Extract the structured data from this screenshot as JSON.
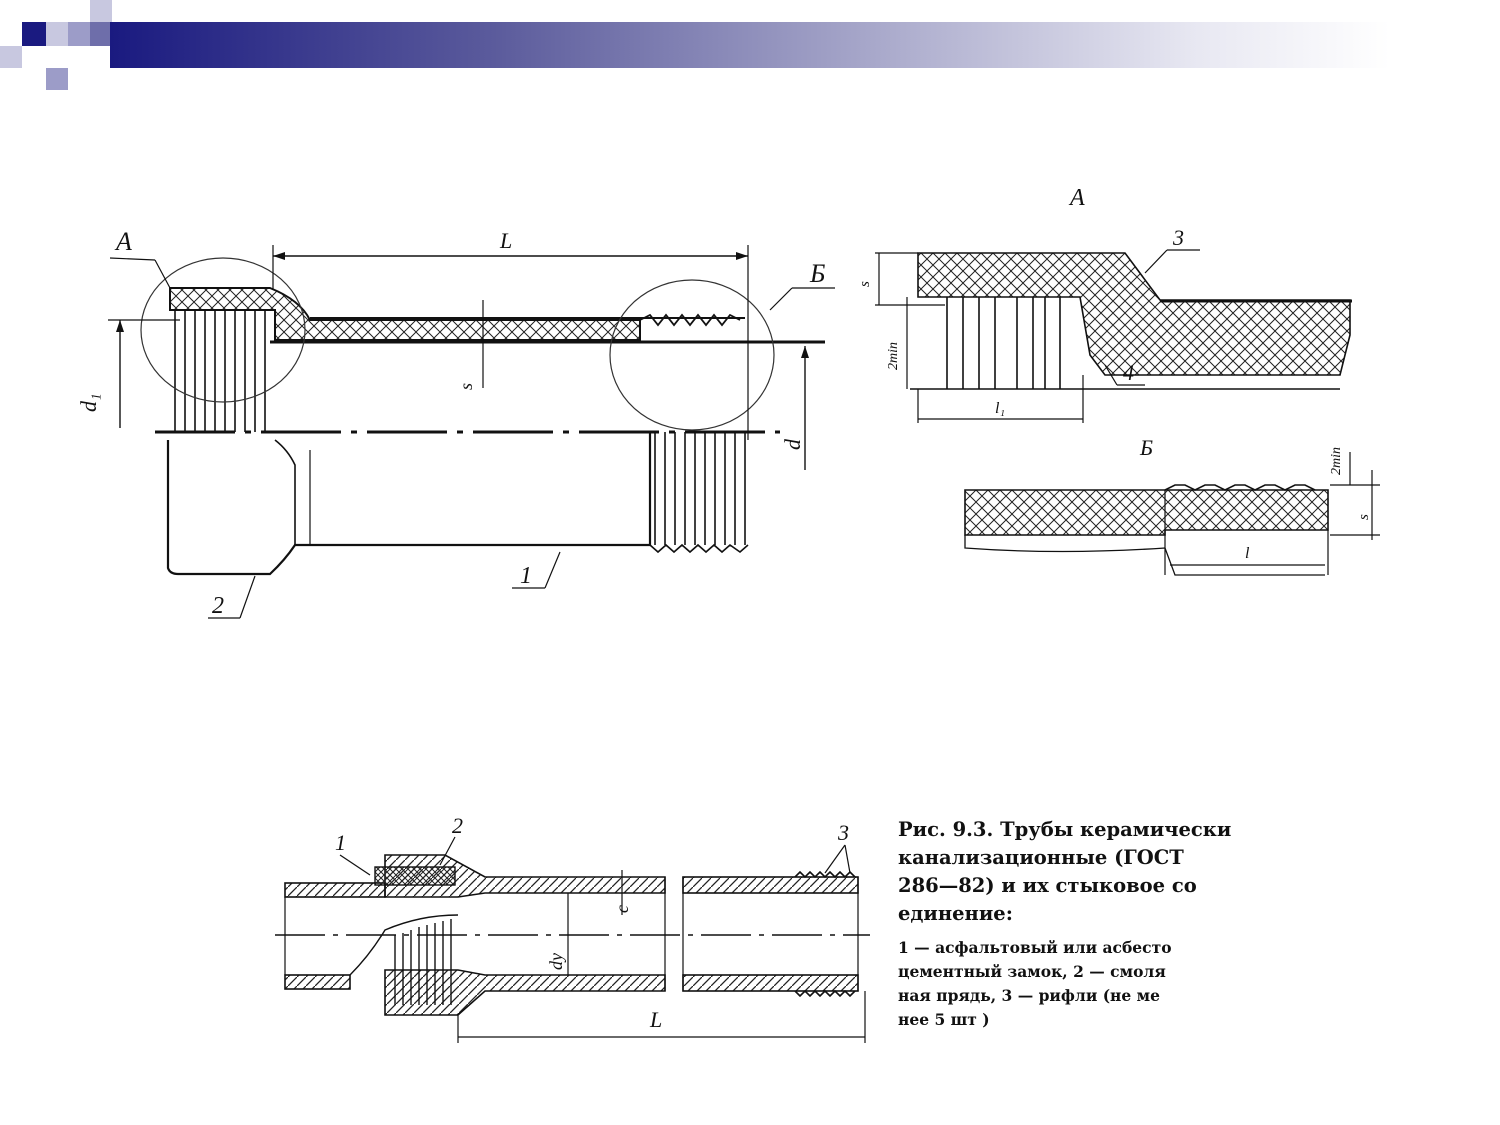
{
  "figure_a": {
    "labels": {
      "detail_a": "A",
      "detail_b": "Б",
      "length": "L",
      "wall": "s",
      "socket_diameter": "d₁",
      "diameter": "d",
      "part_1": "1",
      "part_2": "2"
    }
  },
  "detail_a": {
    "title": "A",
    "labels": {
      "wall": "s",
      "min": "2min",
      "part_3": "3",
      "part_4": "4",
      "length": "l₁"
    }
  },
  "detail_b": {
    "title": "Б",
    "labels": {
      "min": "2min",
      "wall": "s",
      "length": "l"
    }
  },
  "figure_b": {
    "labels": {
      "part_1": "1",
      "part_2": "2",
      "part_3": "3",
      "gap": "c",
      "diameter": "dy",
      "length": "L"
    }
  },
  "caption": {
    "title_lines": [
      "Рис. 9.3. Трубы керамически",
      "канализационные        (ГОСТ",
      "286—82) и их стыковое со",
      "единение:"
    ],
    "legend_lines": [
      "1 — асфальтовый или асбесто",
      "цементный замок, 2 — смоля",
      "ная прядь, 3 — рифли (не ме",
      "нее 5 шт )"
    ]
  },
  "colors": {
    "header_dark": "#1a1a80",
    "header_light": "#9c9cc8",
    "ink": "#111111"
  }
}
